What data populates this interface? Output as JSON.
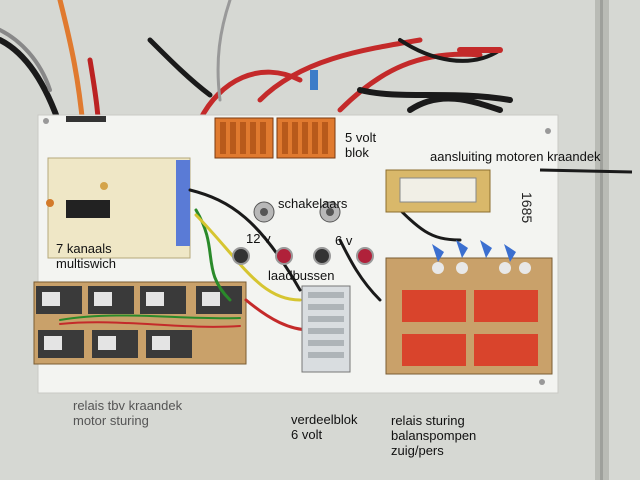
{
  "labels": {
    "blok5v": "5 volt\nblok",
    "aansluiting": "aansluiting motoren kraandek",
    "schakelaars": "schakelaars",
    "v12": "12 v",
    "v6": "6 v",
    "kanaals": "7 kanaals\nmultiswich",
    "laadbussen": "laadbussen",
    "relais_kraandek": "relais tbv kraandek\nmotor sturing",
    "verdeelblok": "verdeelblok\n6 volt",
    "relais_sturing": "relais sturing\nbalanspompen\nzuig/pers"
  },
  "handwriting": "1685",
  "colors": {
    "wall": "#d9dbd6",
    "board": "#f3f4f1",
    "pcb_green": "#4a7c3c",
    "relay_red": "#d9442c",
    "connector_orange": "#e07a2f",
    "wire_red": "#c42a2a",
    "wire_black": "#1a1a1a"
  }
}
